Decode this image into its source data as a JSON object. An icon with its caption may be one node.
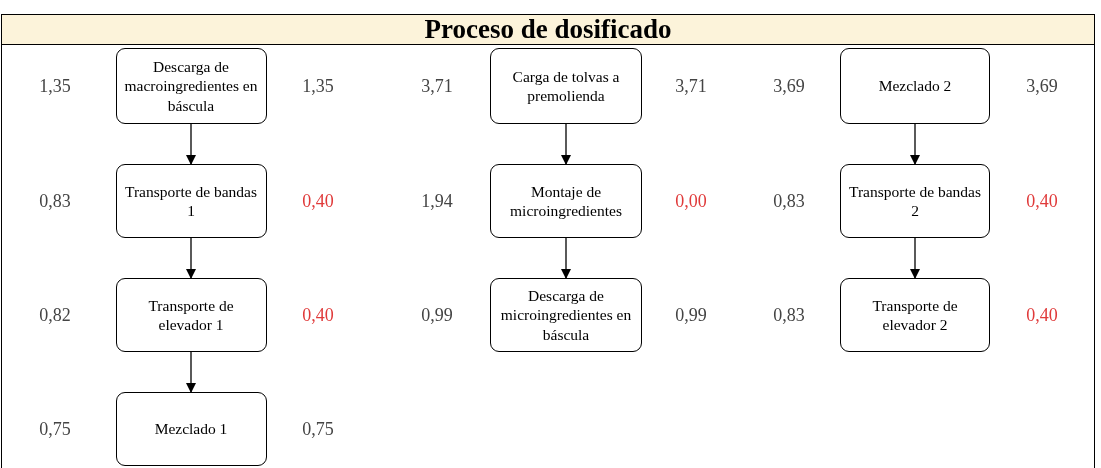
{
  "diagram": {
    "title": "Proceso de dosificado",
    "nodes": [
      {
        "text": [
          "Descarga de macroingredientes en báscula"
        ],
        "beside": [
          "1,35",
          "1,35"
        ]
      },
      {
        "text": [
          "Transporte de bandas 1"
        ],
        "beside": [
          "0,83",
          "0,40"
        ]
      },
      {
        "text": [
          "Transporte de elevador 1"
        ],
        "beside": [
          "0,82",
          "0,40"
        ]
      },
      {
        "text": [
          "Mezclado 1"
        ],
        "beside": [
          "0,75",
          "0,75"
        ]
      },
      {
        "text": [
          "Carga de tolvas a premolienda"
        ],
        "beside": [
          "3,71",
          "3,71"
        ]
      },
      {
        "text": [
          "Montaje de microingredientes"
        ],
        "beside": [
          "1,94",
          "0,00"
        ]
      },
      {
        "text": [
          "Descarga de microingredientes en báscula"
        ],
        "beside": [
          "0,99",
          "0,99"
        ]
      },
      {
        "text": [
          "Mezclado 2"
        ],
        "beside": [
          "3,69",
          "3,69"
        ]
      },
      {
        "text": [
          "Transporte de bandas 2"
        ],
        "beside": [
          "0,83",
          "0,40"
        ]
      },
      {
        "text": [
          "Transporte de elevador 2"
        ],
        "beside": [
          "0,83",
          "0,40"
        ]
      }
    ],
    "edges": [
      {
        "from": 0,
        "to": 1,
        "arrow": "to"
      },
      {
        "from": 1,
        "to": 2,
        "arrow": "to"
      },
      {
        "from": 2,
        "to": 3,
        "arrow": "to"
      },
      {
        "from": 4,
        "to": 5,
        "arrow": "to"
      },
      {
        "from": 5,
        "to": 6,
        "arrow": "to"
      },
      {
        "from": 7,
        "to": 8,
        "arrow": "to"
      },
      {
        "from": 8,
        "to": 9,
        "arrow": "to"
      }
    ]
  }
}
